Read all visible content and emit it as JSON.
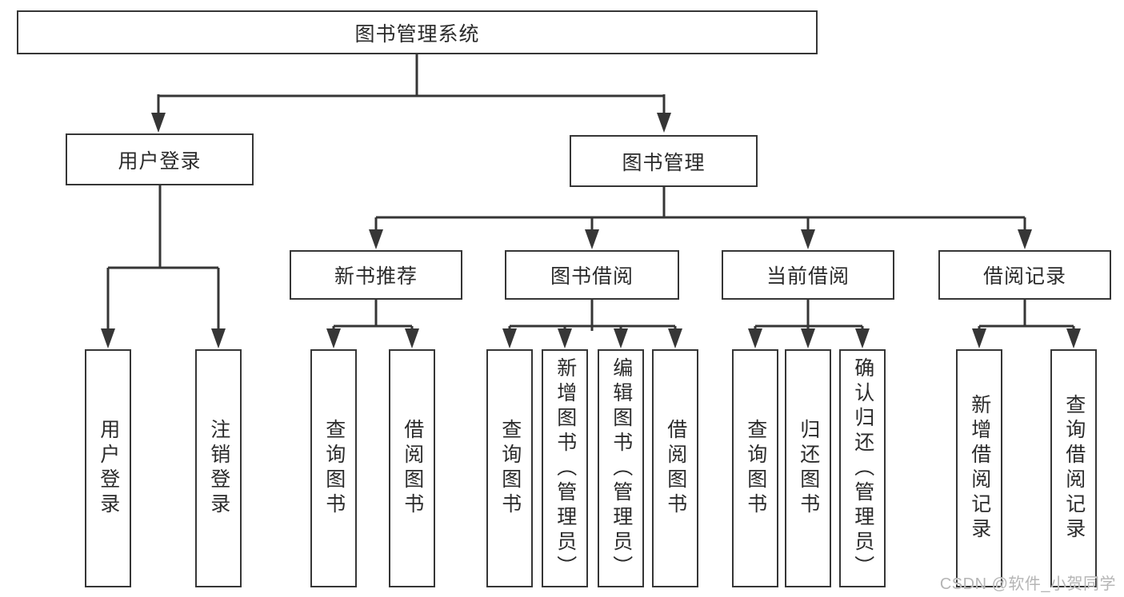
{
  "diagram": {
    "root": {
      "label": "图书管理系统"
    },
    "level2": {
      "user_login": {
        "label": "用户登录"
      },
      "book_mgmt": {
        "label": "图书管理"
      }
    },
    "level3": {
      "new_books": {
        "label": "新书推荐"
      },
      "book_borrow": {
        "label": "图书借阅"
      },
      "current_borrow": {
        "label": "当前借阅"
      },
      "borrow_records": {
        "label": "借阅记录"
      }
    },
    "leaves": {
      "user_login": {
        "label": "用户登录"
      },
      "logout": {
        "label": "注销登录"
      },
      "nb_query": {
        "label": "查询图书"
      },
      "nb_borrow": {
        "label": "借阅图书"
      },
      "bb_query": {
        "label": "查询图书"
      },
      "bb_add": {
        "label": "新增图书（管理员）"
      },
      "bb_edit": {
        "label": "编辑图书（管理员）"
      },
      "bb_borrow": {
        "label": "借阅图书"
      },
      "cb_query": {
        "label": "查询图书"
      },
      "cb_return": {
        "label": "归还图书"
      },
      "cb_confirm": {
        "label": "确认归还（管理员）"
      },
      "br_add": {
        "label": "新增借阅记录"
      },
      "br_query": {
        "label": "查询借阅记录"
      }
    }
  },
  "watermark": {
    "text": "CSDN @软件_小贺同学"
  },
  "colors": {
    "line": "#363636",
    "text": "#2b2b2b",
    "box_background": "#ffffff",
    "watermark": "#b5b5b5",
    "background": "#ffffff"
  }
}
